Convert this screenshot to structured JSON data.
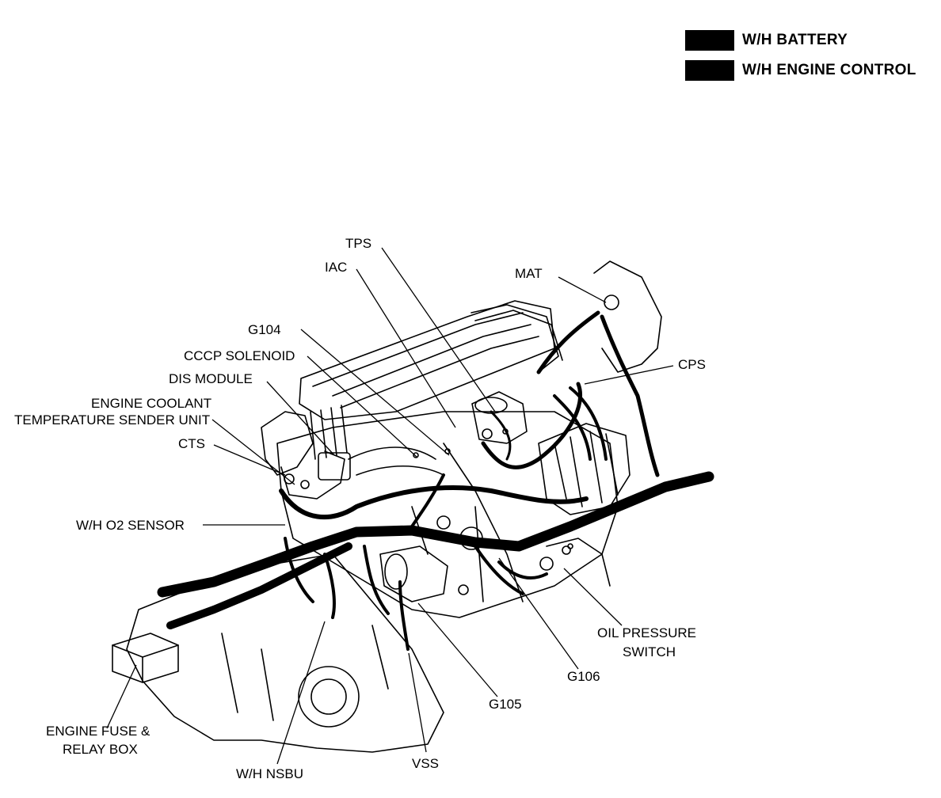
{
  "legend": {
    "items": [
      {
        "label": "W/H BATTERY"
      },
      {
        "label": "W/H ENGINE CONTROL"
      }
    ],
    "swatch_color": "#000000"
  },
  "labels": {
    "tps": "TPS",
    "iac": "IAC",
    "mat": "MAT",
    "g104": "G104",
    "cccp_solenoid": "CCCP SOLENOID",
    "dis_module": "DIS MODULE",
    "ect_sender_1": "ENGINE COOLANT",
    "ect_sender_2": "TEMPERATURE SENDER UNIT",
    "cts": "CTS",
    "cps": "CPS",
    "wh_o2_sensor": "W/H O2 SENSOR",
    "oil_pressure_1": "OIL PRESSURE",
    "oil_pressure_2": "SWITCH",
    "g106": "G106",
    "g105": "G105",
    "fuse_box_1": "ENGINE FUSE &",
    "fuse_box_2": "RELAY BOX",
    "wh_nsbu": "W/H NSBU",
    "vss": "VSS"
  },
  "colors": {
    "ink": "#000000",
    "paper": "#ffffff"
  }
}
